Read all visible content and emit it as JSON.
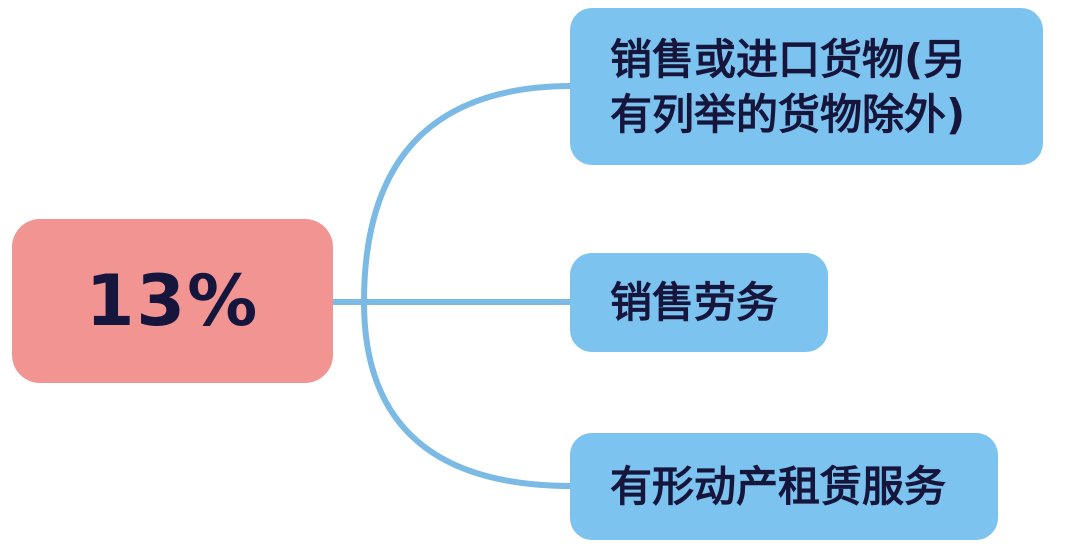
{
  "palette": {
    "background": "#FFFFFF",
    "root_fill": "#F29492",
    "branch_fill": "#7CC3EF",
    "connector": "#7CBAE6",
    "text": "#16163D"
  },
  "diagram": {
    "root": {
      "label": "13%"
    },
    "branches": [
      {
        "label": "销售或进口货物(另有列举的货物除外)",
        "lines": [
          "销售或进口货物(另",
          "有列举的货物除外)"
        ]
      },
      {
        "label": "销售劳务",
        "lines": [
          "销售劳务"
        ]
      },
      {
        "label": "有形动产租赁服务",
        "lines": [
          "有形动产租赁服务"
        ]
      }
    ]
  }
}
